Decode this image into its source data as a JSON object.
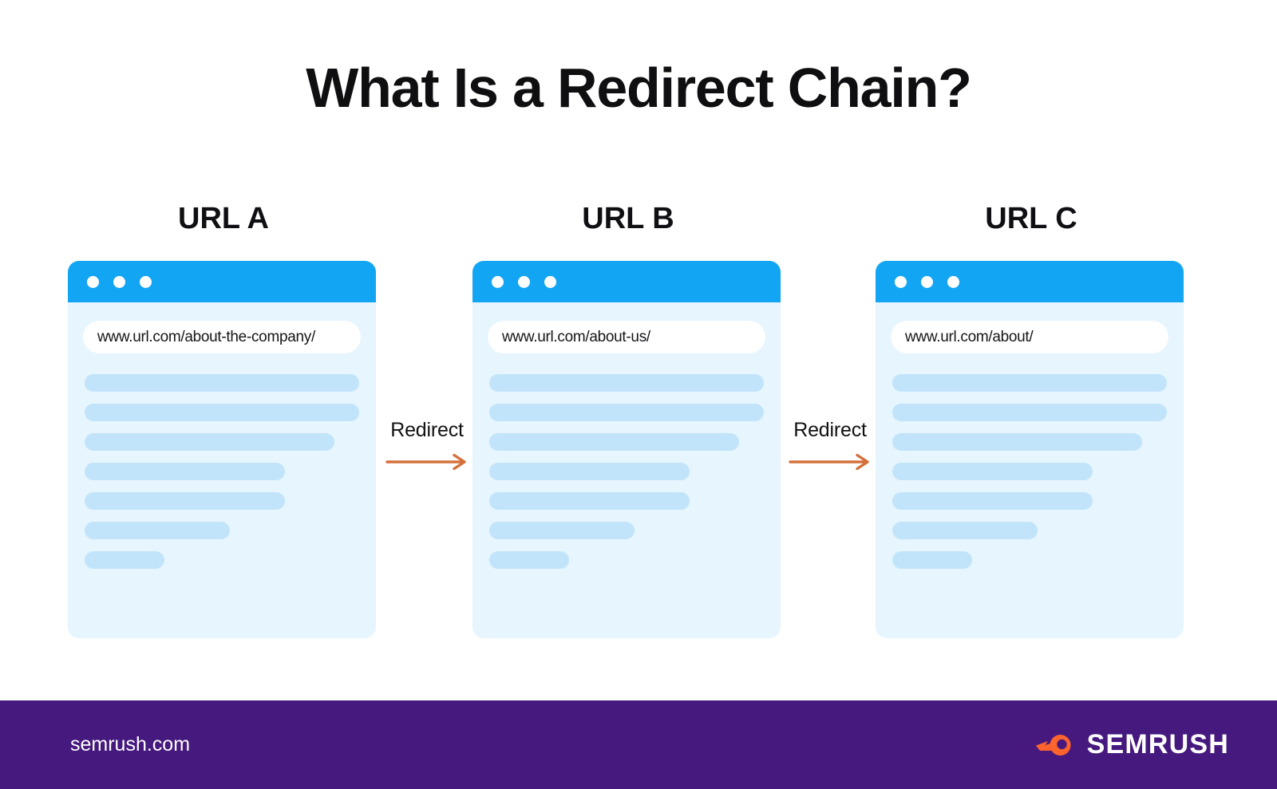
{
  "title": "What Is a Redirect Chain?",
  "colors": {
    "browser_chrome_blue": "#12a5f4",
    "card_background": "#e6f5fe",
    "skeleton_line": "#c2e4fb",
    "arrow_orange": "#d4703a",
    "footer_purple": "#46197f",
    "logo_orange": "#ff642d",
    "page_background": "#ffffff",
    "text_dark": "#101014"
  },
  "cards": [
    {
      "heading": "URL A",
      "url": "www.url.com/about-the-company/",
      "dots": [
        "window-dot",
        "window-dot",
        "window-dot"
      ],
      "skeleton_widths": [
        "100%",
        "100%",
        "91%",
        "73%",
        "73%",
        "53%",
        "29%"
      ]
    },
    {
      "heading": "URL B",
      "url": "www.url.com/about-us/",
      "dots": [
        "window-dot",
        "window-dot",
        "window-dot"
      ],
      "skeleton_widths": [
        "100%",
        "100%",
        "91%",
        "73%",
        "73%",
        "53%",
        "29%"
      ]
    },
    {
      "heading": "URL C",
      "url": "www.url.com/about/",
      "dots": [
        "window-dot",
        "window-dot",
        "window-dot"
      ],
      "skeleton_widths": [
        "100%",
        "100%",
        "91%",
        "73%",
        "73%",
        "53%",
        "29%"
      ]
    }
  ],
  "connectors": [
    {
      "label": "Redirect",
      "icon": "arrow-right-icon"
    },
    {
      "label": "Redirect",
      "icon": "arrow-right-icon"
    }
  ],
  "footer": {
    "url": "semrush.com",
    "brand_name": "SEMRUSH",
    "logo_icon": "semrush-comet-logo-icon"
  }
}
